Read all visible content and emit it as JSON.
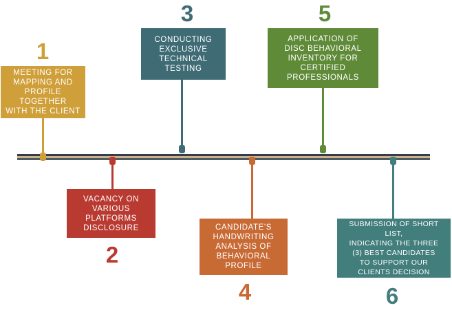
{
  "steps": [
    {
      "number": "1",
      "label": "MEETING FOR\nMAPPING AND\nPROFILE TOGETHER\nWITH THE CLIENT",
      "color": "#cf9f3a"
    },
    {
      "number": "2",
      "label": "VACANCY ON\nVARIOUS\nPLATFORMS\nDISCLOSURE",
      "color": "#b93a31"
    },
    {
      "number": "3",
      "label": "CONDUCTING\nEXCLUSIVE\nTECHNICAL\nTESTING",
      "color": "#3f6b75"
    },
    {
      "number": "4",
      "label": "CANDIDATE'S\nHANDWRITING\nANALYSIS OF\nBEHAVIORAL\nPROFILE",
      "color": "#c86a34"
    },
    {
      "number": "5",
      "label": "APPLICATION OF\nDISC BEHAVIORAL\nINVENTORY FOR\nCERTIFIED\nPROFESSIONALS",
      "color": "#5f8a38"
    },
    {
      "number": "6",
      "label": "SUBMISSION OF SHORT LIST,\nINDICATING THE THREE\n(3) BEST CANDIDATES\nTO SUPPORT OUR\nCLIENTS DECISION",
      "color": "#427e7c"
    }
  ]
}
